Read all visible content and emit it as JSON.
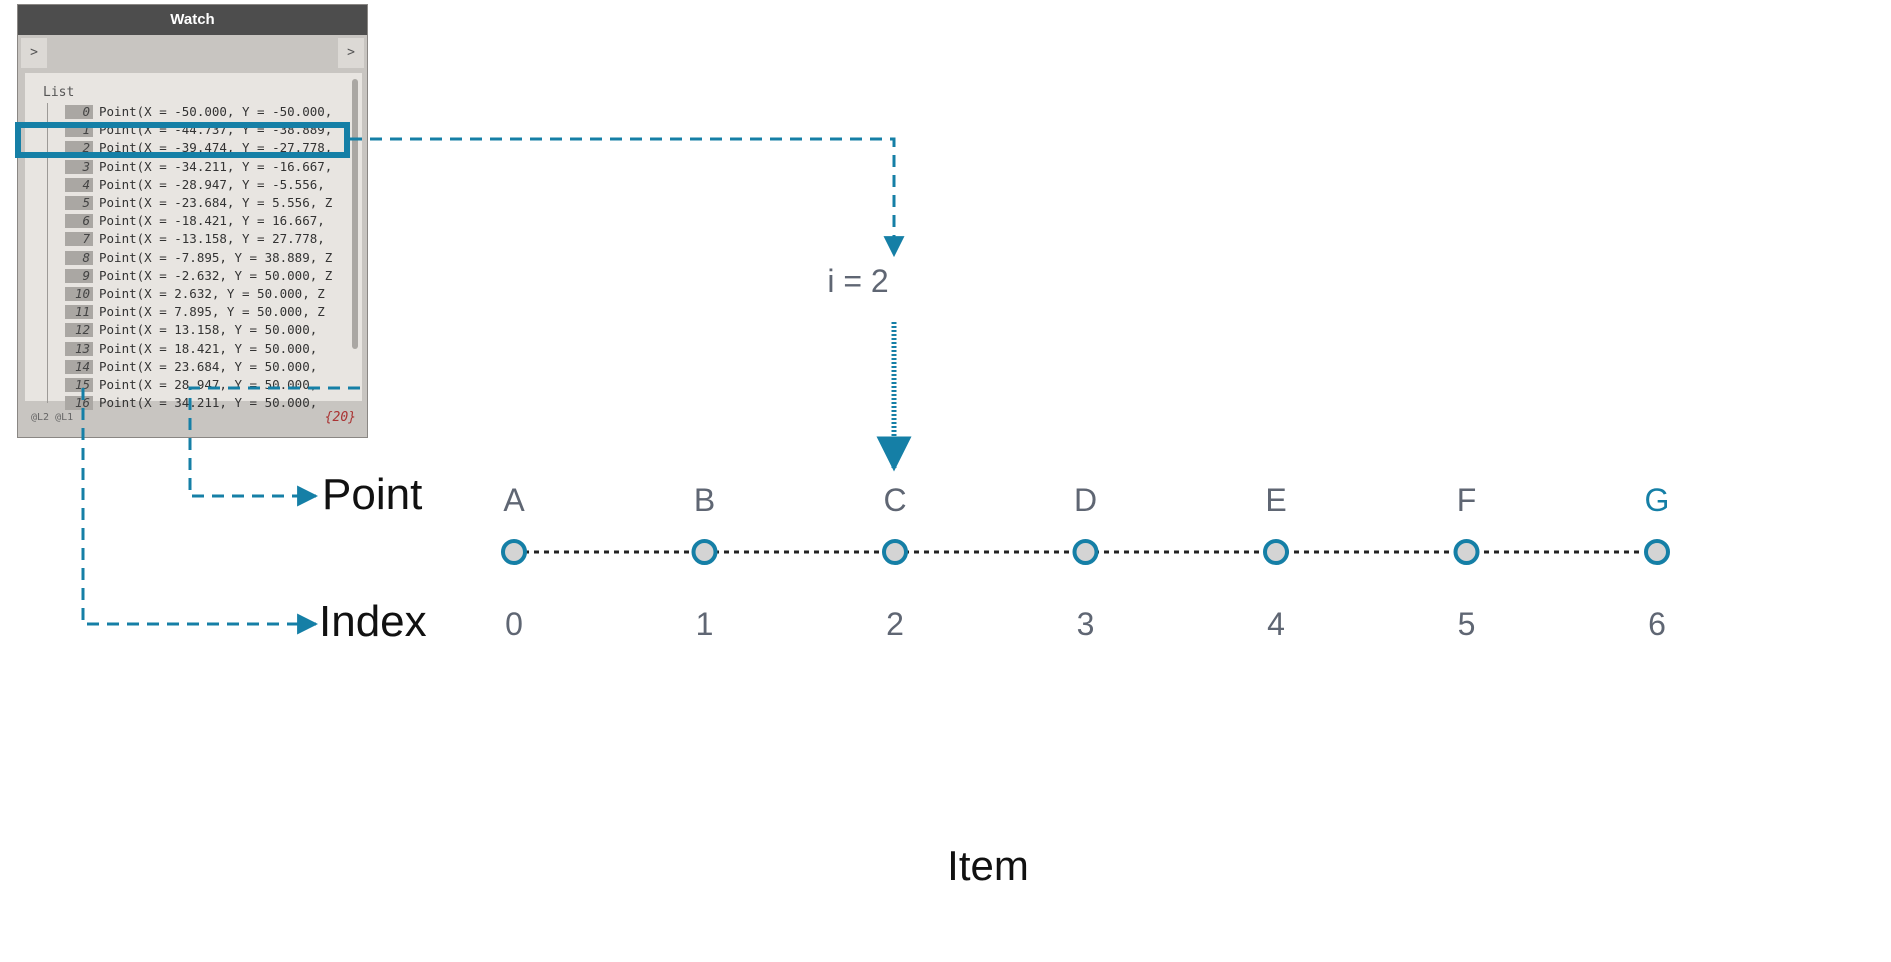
{
  "watch": {
    "title": "Watch",
    "in_port": ">",
    "out_port": ">",
    "list_header": "List",
    "rows": [
      {
        "index": "0",
        "text": "Point(X = -50.000, Y = -50.000,"
      },
      {
        "index": "1",
        "text": "Point(X = -44.737, Y = -38.889,"
      },
      {
        "index": "2",
        "text": "Point(X = -39.474, Y = -27.778,"
      },
      {
        "index": "3",
        "text": "Point(X = -34.211, Y = -16.667,"
      },
      {
        "index": "4",
        "text": "Point(X = -28.947, Y = -5.556,"
      },
      {
        "index": "5",
        "text": "Point(X = -23.684, Y = 5.556, Z"
      },
      {
        "index": "6",
        "text": "Point(X = -18.421, Y = 16.667,"
      },
      {
        "index": "7",
        "text": "Point(X = -13.158, Y = 27.778,"
      },
      {
        "index": "8",
        "text": "Point(X = -7.895, Y = 38.889, Z"
      },
      {
        "index": "9",
        "text": "Point(X = -2.632, Y = 50.000, Z"
      },
      {
        "index": "10",
        "text": "Point(X = 2.632, Y = 50.000, Z"
      },
      {
        "index": "11",
        "text": "Point(X = 7.895, Y = 50.000, Z"
      },
      {
        "index": "12",
        "text": "Point(X = 13.158, Y = 50.000,"
      },
      {
        "index": "13",
        "text": "Point(X = 18.421, Y = 50.000,"
      },
      {
        "index": "14",
        "text": "Point(X = 23.684, Y = 50.000,"
      },
      {
        "index": "15",
        "text": "Point(X = 28.947, Y = 50.000,"
      },
      {
        "index": "16",
        "text": "Point(X = 34.211, Y = 50.000,"
      }
    ],
    "levels": "@L2 @L1",
    "count": "{20}"
  },
  "diagram": {
    "point_label": "Point",
    "index_label": "Index",
    "item_label": "Item",
    "selection_expr": "i = 2",
    "letters": [
      "A",
      "B",
      "C",
      "D",
      "E",
      "F",
      "G"
    ],
    "indices": [
      "0",
      "1",
      "2",
      "3",
      "4",
      "5",
      "6"
    ],
    "highlighted_index": 2,
    "colors": {
      "accent": "#157fa6",
      "node_fill": "#d4d4d4",
      "text_gray": "#5f6673"
    }
  }
}
